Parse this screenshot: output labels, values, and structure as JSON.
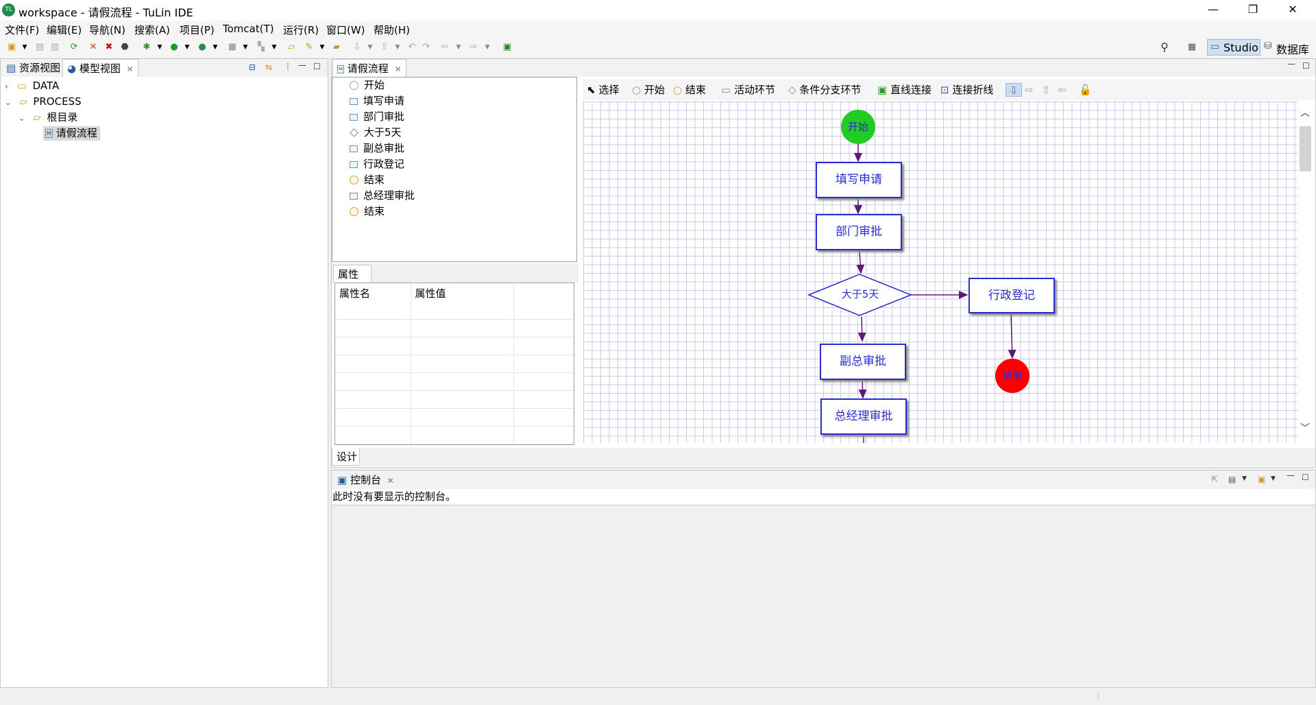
{
  "window": {
    "title": "workspace - 请假流程 - TuLin IDE",
    "minimize": "—",
    "restore": "❐",
    "close": "✕"
  },
  "menu": [
    "文件(F)",
    "编辑(E)",
    "导航(N)",
    "搜索(A)",
    "项目(P)",
    "Tomcat(T)",
    "运行(R)",
    "窗口(W)",
    "帮助(H)"
  ],
  "perspectives": {
    "studio": "Studio",
    "database": "数据库"
  },
  "left": {
    "tabs": [
      "资源视图",
      "模型视图"
    ],
    "tree": [
      {
        "label": "DATA",
        "level": 0,
        "expanded": false
      },
      {
        "label": "PROCESS",
        "level": 0,
        "expanded": true
      },
      {
        "label": "根目录",
        "level": 1,
        "expanded": true
      },
      {
        "label": "请假流程",
        "level": 2,
        "selected": true
      }
    ]
  },
  "editor": {
    "tab": "请假流程",
    "outline": [
      {
        "label": "开始",
        "icon": "start"
      },
      {
        "label": "填写申请",
        "icon": "task"
      },
      {
        "label": "部门审批",
        "icon": "task"
      },
      {
        "label": "大于5天",
        "icon": "diamond"
      },
      {
        "label": "副总审批",
        "icon": "task"
      },
      {
        "label": "行政登记",
        "icon": "task"
      },
      {
        "label": "结束",
        "icon": "end"
      },
      {
        "label": "总经理审批",
        "icon": "task"
      },
      {
        "label": "结束",
        "icon": "end"
      }
    ],
    "props_tab": "属性",
    "props_headers": [
      "属性名",
      "属性值",
      ""
    ],
    "design_tab": "设计",
    "palette": [
      "选择",
      "开始",
      "结束",
      "活动环节",
      "条件分支环节",
      "直线连接",
      "连接折线"
    ],
    "diagram": {
      "start": "开始",
      "fill": "填写申请",
      "dept": "部门审批",
      "cond": "大于5天",
      "admin": "行政登记",
      "end": "结束",
      "vp": "副总审批",
      "gm": "总经理审批"
    },
    "colors": {
      "start": "#22cc22",
      "end": "#ff0000",
      "node": "#2a2ad0",
      "edge": "#5b1a7a"
    }
  },
  "console": {
    "tab": "控制台",
    "message": "此时没有要显示的控制台。"
  }
}
